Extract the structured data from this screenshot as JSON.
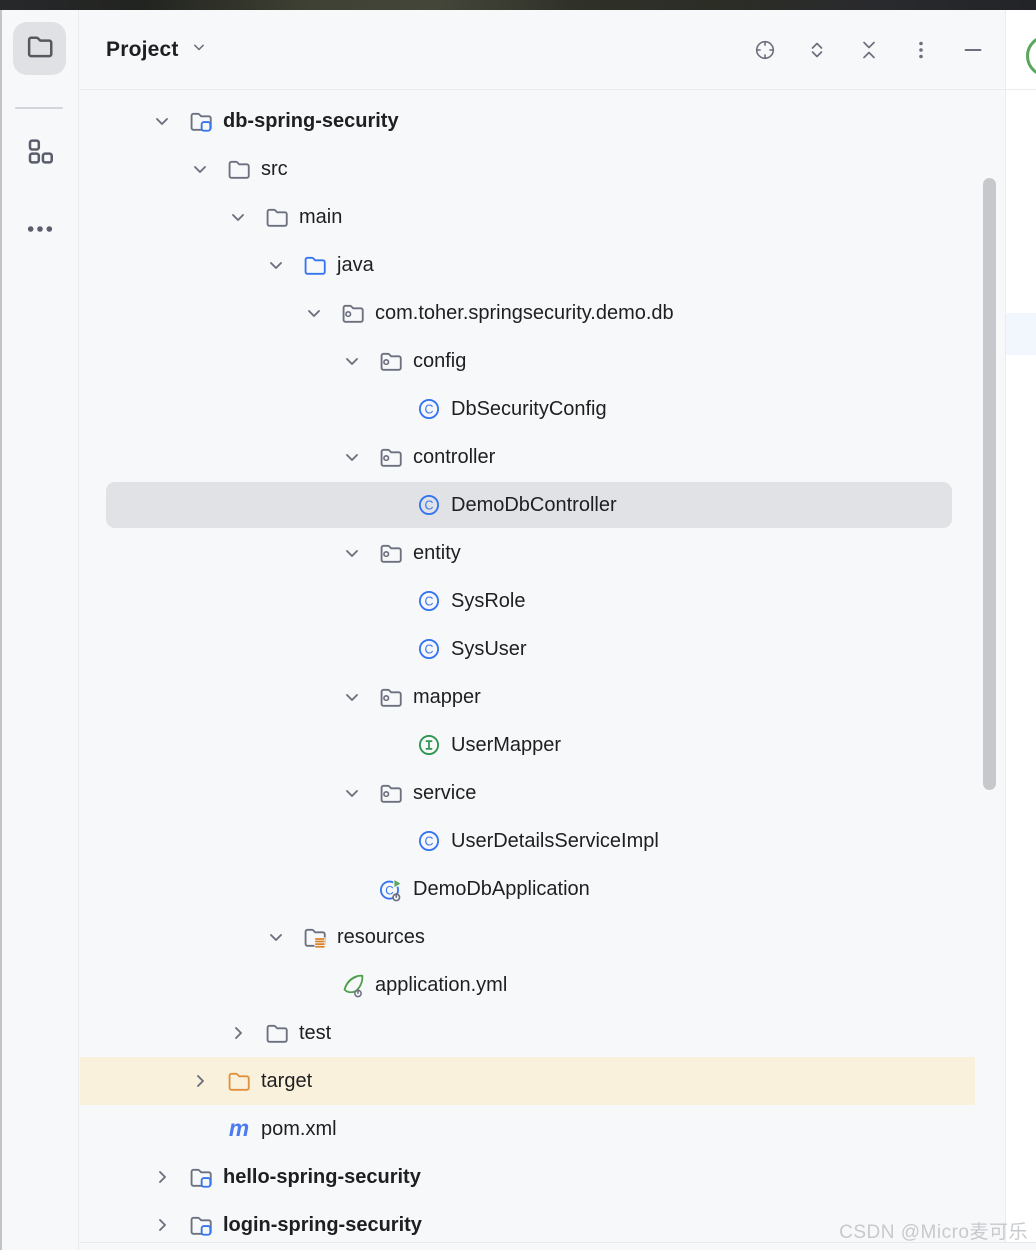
{
  "header": {
    "title": "Project",
    "toolbar_icons": [
      {
        "name": "locate-icon"
      },
      {
        "name": "expand-all-icon"
      },
      {
        "name": "collapse-all-icon"
      },
      {
        "name": "more-vertical-icon"
      },
      {
        "name": "hide-panel-icon"
      }
    ]
  },
  "stripe": {
    "tool_buttons": [
      {
        "name": "project-folder-icon",
        "selected": true
      },
      {
        "name": "structure-icon",
        "selected": false
      },
      {
        "name": "more-tool-windows-icon",
        "selected": false
      }
    ]
  },
  "tree": {
    "rows": [
      {
        "label": "db-spring-security",
        "indent": 0,
        "icon": "module-folder",
        "chevron": "down",
        "bold": true
      },
      {
        "label": "src",
        "indent": 1,
        "icon": "folder",
        "chevron": "down"
      },
      {
        "label": "main",
        "indent": 2,
        "icon": "folder",
        "chevron": "down"
      },
      {
        "label": "java",
        "indent": 3,
        "icon": "folder-blue",
        "chevron": "down"
      },
      {
        "label": "com.toher.springsecurity.demo.db",
        "indent": 4,
        "icon": "package",
        "chevron": "down"
      },
      {
        "label": "config",
        "indent": 5,
        "icon": "package",
        "chevron": "down"
      },
      {
        "label": "DbSecurityConfig",
        "indent": 6,
        "icon": "class",
        "chevron": null
      },
      {
        "label": "controller",
        "indent": 5,
        "icon": "package",
        "chevron": "down"
      },
      {
        "label": "DemoDbController",
        "indent": 6,
        "icon": "class",
        "chevron": null,
        "selected": true
      },
      {
        "label": "entity",
        "indent": 5,
        "icon": "package",
        "chevron": "down"
      },
      {
        "label": "SysRole",
        "indent": 6,
        "icon": "class",
        "chevron": null
      },
      {
        "label": "SysUser",
        "indent": 6,
        "icon": "class",
        "chevron": null
      },
      {
        "label": "mapper",
        "indent": 5,
        "icon": "package",
        "chevron": "down"
      },
      {
        "label": "UserMapper",
        "indent": 6,
        "icon": "interface",
        "chevron": null
      },
      {
        "label": "service",
        "indent": 5,
        "icon": "package",
        "chevron": "down"
      },
      {
        "label": "UserDetailsServiceImpl",
        "indent": 6,
        "icon": "class",
        "chevron": null
      },
      {
        "label": "DemoDbApplication",
        "indent": 5,
        "icon": "boot-class",
        "chevron": null
      },
      {
        "label": "resources",
        "indent": 3,
        "icon": "resources-folder",
        "chevron": "down"
      },
      {
        "label": "application.yml",
        "indent": 4,
        "icon": "spring-yml",
        "chevron": null
      },
      {
        "label": "test",
        "indent": 2,
        "icon": "folder",
        "chevron": "right"
      },
      {
        "label": "target",
        "indent": 1,
        "icon": "folder-orange",
        "chevron": "right",
        "highlighted": true
      },
      {
        "label": "pom.xml",
        "indent": 1,
        "icon": "maven",
        "chevron": null
      },
      {
        "label": "hello-spring-security",
        "indent": 0,
        "icon": "module-folder",
        "chevron": "right",
        "bold": true
      },
      {
        "label": "login-spring-security",
        "indent": 0,
        "icon": "module-folder",
        "chevron": "right",
        "bold": true
      }
    ]
  },
  "watermark": "CSDN @Micro麦可乐",
  "colors": {
    "accent_blue": "#3574F0",
    "interface_green": "#2E9550",
    "spring_green": "#4C9E48",
    "maven_blue": "#4B7BF0",
    "folder_gray": "#6C707E",
    "orange": "#E0913F",
    "selection_gray": "#E0E2E6",
    "locate_highlight": "#FAF1DC"
  }
}
